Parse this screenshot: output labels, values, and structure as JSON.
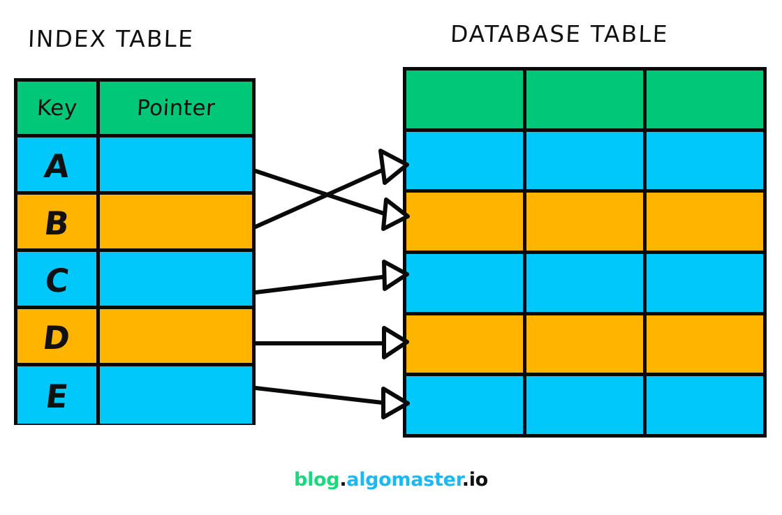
{
  "titles": {
    "index_table": "INDEX TABLE",
    "database_table": "DATABASE TABLE"
  },
  "index_table": {
    "header": {
      "key": "Key",
      "pointer": "Pointer"
    },
    "columns": [
      "Key",
      "Pointer"
    ],
    "rows": [
      {
        "key": "A",
        "pointer": "",
        "color": "#00c8fa"
      },
      {
        "key": "B",
        "pointer": "",
        "color": "#ffb400"
      },
      {
        "key": "C",
        "pointer": "",
        "color": "#00c8fa"
      },
      {
        "key": "D",
        "pointer": "",
        "color": "#ffb400"
      },
      {
        "key": "E",
        "pointer": "",
        "color": "#00c8fa"
      }
    ]
  },
  "database_table": {
    "column_count": 3,
    "rows": [
      {
        "label": "header-row",
        "color": "#00c878",
        "cells": [
          "",
          "",
          ""
        ]
      },
      {
        "label": "data-row-1",
        "color": "#00c8fa",
        "cells": [
          "",
          "",
          ""
        ]
      },
      {
        "label": "data-row-2",
        "color": "#ffb400",
        "cells": [
          "",
          "",
          ""
        ]
      },
      {
        "label": "data-row-3",
        "color": "#00c8fa",
        "cells": [
          "",
          "",
          ""
        ]
      },
      {
        "label": "data-row-4",
        "color": "#ffb400",
        "cells": [
          "",
          "",
          ""
        ]
      },
      {
        "label": "data-row-5",
        "color": "#00c8fa",
        "cells": [
          "",
          "",
          ""
        ]
      }
    ]
  },
  "pointer_arrows": [
    {
      "from_key": "A",
      "to_row": "data-row-2",
      "crossing": true
    },
    {
      "from_key": "B",
      "to_row": "data-row-1",
      "crossing": true
    },
    {
      "from_key": "C",
      "to_row": "data-row-3",
      "crossing": false
    },
    {
      "from_key": "D",
      "to_row": "data-row-4",
      "crossing": false
    },
    {
      "from_key": "E",
      "to_row": "data-row-5",
      "crossing": false
    }
  ],
  "colors": {
    "header_green": "#00c878",
    "row_cyan": "#00c8fa",
    "row_amber": "#ffb400",
    "outline_black": "#0a0a0a",
    "brand_green": "#19d97c",
    "brand_blue": "#1ab8f5",
    "brand_black": "#111111"
  },
  "footer": {
    "part_blog": "blog",
    "dot_1": ".",
    "part_algomaster": "algomaster",
    "dot_2": ".",
    "part_io": "io"
  }
}
